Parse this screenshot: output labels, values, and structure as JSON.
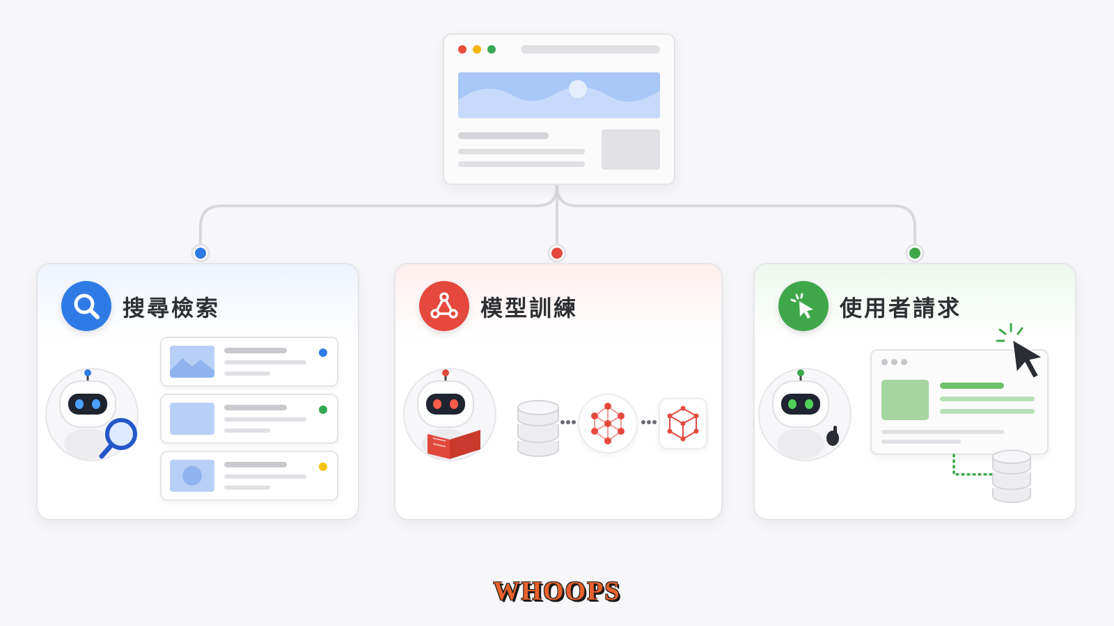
{
  "cards": [
    {
      "title": "搜尋檢索",
      "accent": "#2f7be6",
      "icon": "search-icon"
    },
    {
      "title": "模型訓練",
      "accent": "#e5493d",
      "icon": "network-graph-icon"
    },
    {
      "title": "使用者請求",
      "accent": "#3fa74a",
      "icon": "cursor-click-icon"
    }
  ],
  "search_rows": [
    {
      "status_color": "#2f7be6",
      "thumb": "landscape"
    },
    {
      "status_color": "#34a853",
      "thumb": "blank"
    },
    {
      "status_color": "#f4c20d",
      "thumb": "circle"
    }
  ],
  "colors": {
    "blue": "#2f7be6",
    "red": "#e5493d",
    "green": "#3fa74a",
    "connector": "#d8d8dc"
  },
  "logo": {
    "text": "WHOOPS"
  }
}
